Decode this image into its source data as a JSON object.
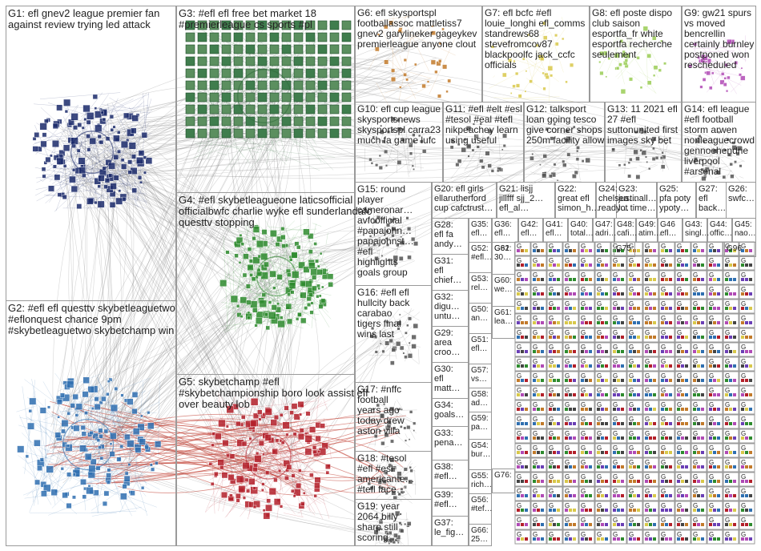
{
  "groups": [
    {
      "id": "G1",
      "lines": [
        "G1: efl gnev2 league premier fan",
        "against review trying led attack"
      ]
    },
    {
      "id": "G2",
      "lines": [
        "G2: #efl efl questtv skybetleaguetwo",
        "#eflonquest chance 9pm",
        "#skybetleaguetwo skybetchamp win"
      ]
    },
    {
      "id": "G3",
      "lines": [
        "G3: #efl efl free bet market 18",
        "#premierleague cs sports #pl"
      ]
    },
    {
      "id": "G4",
      "lines": [
        "G4: #efl skybetleagueone laticsofficial",
        "officialbwfc charlie wyke efl sunderlandafc",
        "questtv stopping"
      ]
    },
    {
      "id": "G5",
      "lines": [
        "G5: skybetchamp #efl",
        "#skybetchampionship boro look assist efl",
        "over beauty lob"
      ]
    },
    {
      "id": "G6",
      "lines": [
        "G6: efl skysportspl",
        "footballassoc mattletiss7",
        "gnev2 garylineker gageykev",
        "premierleague anyone clout"
      ]
    },
    {
      "id": "G7",
      "lines": [
        "G7: efl bcfc #efl",
        "louie_longhi efl_comms",
        "standrews68",
        "stevefromcov87",
        "blackpoolfc jack_ccfc",
        "officials"
      ]
    },
    {
      "id": "G8",
      "lines": [
        "G8: efl poste dispo",
        "club saison",
        "esportfa_fr white",
        "esportfa recherche",
        "seulement"
      ]
    },
    {
      "id": "G9",
      "lines": [
        "G9: gw21 spurs",
        "vs moved",
        "bencrellin",
        "certainly burnley",
        "postponed won",
        "rescheduled"
      ]
    },
    {
      "id": "G10",
      "lines": [
        "G10: efl cup league",
        "skysportsnews",
        "skysportspl carra23",
        "much fa game lufc"
      ]
    },
    {
      "id": "G11",
      "lines": [
        "G11: #efl #elt #esl",
        "#tesol #eal #tefl",
        "nikpeachey learn",
        "using useful"
      ]
    },
    {
      "id": "G12",
      "lines": [
        "G12: talksport",
        "loan going tesco",
        "give corner shops",
        "250m facility allow"
      ]
    },
    {
      "id": "G13",
      "lines": [
        "G13: 11 2021 efl",
        "27 #efl",
        "suttonunited first",
        "images sky bet"
      ]
    },
    {
      "id": "G14",
      "lines": [
        "G14: efl league",
        "#efl football",
        "storm arwen",
        "nonleaguecrowd",
        "gennoehendrie",
        "liverpool",
        "#arsenal"
      ]
    },
    {
      "id": "G15",
      "lines": [
        "G15: round",
        "player",
        "cameronar…",
        "avfcofficial",
        "#papajohn…",
        "papajohnst…",
        "#efl",
        "highlights",
        "goals group"
      ]
    },
    {
      "id": "G16",
      "lines": [
        "G16: #efl efl",
        "hullcity back",
        "carabao",
        "tigers final",
        "wins last"
      ]
    },
    {
      "id": "G17",
      "lines": [
        "G17: #nffc",
        "football",
        "years ago",
        "today drew",
        "aston villa"
      ]
    },
    {
      "id": "G18",
      "lines": [
        "G18: #tesol",
        "#efl #esl",
        "americante…",
        "#tefl face…"
      ]
    },
    {
      "id": "G19",
      "lines": [
        "G19: year",
        "2064 billy",
        "sharp still",
        "scoring…"
      ]
    },
    {
      "id": "G20",
      "lines": [
        "G20: efl girls",
        "ellarutherford",
        "cup cafctrust…"
      ]
    },
    {
      "id": "G21",
      "lines": [
        "G21: lisjj",
        "jillfff sjj_2…",
        "efl_al…"
      ]
    },
    {
      "id": "G22",
      "lines": [
        "G22:",
        "great efl",
        "simon_h…"
      ]
    },
    {
      "id": "G23",
      "lines": [
        "G23:",
        "justinall…",
        "lot time…"
      ]
    },
    {
      "id": "G24",
      "lines": [
        "G24:",
        "chelsea…",
        "ready…"
      ]
    },
    {
      "id": "G25",
      "lines": [
        "G25:",
        "pfa poty",
        "ypoty…"
      ]
    },
    {
      "id": "G26",
      "lines": [
        "G26:",
        "swfc…"
      ]
    },
    {
      "id": "G27",
      "lines": [
        "G27:",
        "efl",
        "back…"
      ]
    },
    {
      "id": "G28",
      "lines": [
        "G28:",
        "efl fa",
        "andy…"
      ]
    },
    {
      "id": "G29",
      "lines": [
        "G29:",
        "area",
        "croo…"
      ]
    },
    {
      "id": "G30",
      "lines": [
        "G30:",
        "efl",
        "matt…"
      ]
    },
    {
      "id": "G31",
      "lines": [
        "G31:",
        "efl",
        "chief…"
      ]
    },
    {
      "id": "G32",
      "lines": [
        "G32:",
        "digu…",
        "untu…"
      ]
    },
    {
      "id": "G33",
      "lines": [
        "G33:",
        "pena…"
      ]
    },
    {
      "id": "G34",
      "lines": [
        "G34:",
        "goals…"
      ]
    },
    {
      "id": "G35",
      "lines": [
        "G35:",
        "efl…"
      ]
    },
    {
      "id": "G36",
      "lines": [
        "G36:",
        "efl…"
      ]
    },
    {
      "id": "G37",
      "lines": [
        "G37:",
        "le_fig…"
      ]
    },
    {
      "id": "G38",
      "lines": [
        "G38:",
        "#efl…"
      ]
    },
    {
      "id": "G39",
      "lines": [
        "G39:",
        "#efl…"
      ]
    },
    {
      "id": "G40",
      "lines": [
        "G40:",
        "total…"
      ]
    },
    {
      "id": "G41",
      "lines": [
        "G41:",
        "efl…"
      ]
    },
    {
      "id": "G42",
      "lines": [
        "G42:",
        "efl…"
      ]
    },
    {
      "id": "G43",
      "lines": [
        "G43:",
        "singl…"
      ]
    },
    {
      "id": "G44",
      "lines": [
        "G44:",
        "offic…"
      ]
    },
    {
      "id": "G45",
      "lines": [
        "G45:",
        "nao…"
      ]
    },
    {
      "id": "G46",
      "lines": [
        "G46",
        "efl…"
      ]
    },
    {
      "id": "G47",
      "lines": [
        "G47:",
        "adri…"
      ]
    },
    {
      "id": "G48",
      "lines": [
        "G48:",
        "cafi…"
      ]
    },
    {
      "id": "G49",
      "lines": [
        "G49:",
        "atim…"
      ]
    },
    {
      "id": "G50",
      "lines": [
        "G50:",
        "an…"
      ]
    },
    {
      "id": "G51",
      "lines": [
        "G51:",
        "efl…"
      ]
    },
    {
      "id": "G52",
      "lines": [
        "G52:",
        "#efl…"
      ]
    },
    {
      "id": "G53",
      "lines": [
        "G53:",
        "rel…"
      ]
    },
    {
      "id": "G54",
      "lines": [
        "G54:",
        "bur…"
      ]
    },
    {
      "id": "G55",
      "lines": [
        "G55:",
        "rich…"
      ]
    },
    {
      "id": "G56",
      "lines": [
        "G56:",
        "#tef…"
      ]
    },
    {
      "id": "G57",
      "lines": [
        "G57:",
        "vs…"
      ]
    },
    {
      "id": "G58",
      "lines": [
        "G58:",
        "ad…"
      ]
    },
    {
      "id": "G59",
      "lines": [
        "G59:",
        "pa…"
      ]
    },
    {
      "id": "G60",
      "lines": [
        "G60:",
        "we…"
      ]
    },
    {
      "id": "G61",
      "lines": [
        "G61:",
        "lea…"
      ]
    },
    {
      "id": "G62",
      "lines": [
        "G62:",
        "30…"
      ]
    },
    {
      "id": "G66",
      "lines": [
        "G66:",
        "25…"
      ]
    },
    {
      "id": "G75",
      "lines": [
        "G75"
      ]
    },
    {
      "id": "G76",
      "lines": [
        "G76:"
      ]
    },
    {
      "id": "G81",
      "lines": [
        "G81"
      ]
    },
    {
      "id": "G96",
      "lines": [
        "G96"
      ]
    }
  ],
  "colors": {
    "G1": "#1b2a6b",
    "G2": "#2f6fb0",
    "G3": "#2e6b3a",
    "G4": "#2e8b2e",
    "G5": "#b3202a",
    "G6": "#c27a2a",
    "G7": "#d8c84a",
    "G8": "#9acd55",
    "G9": "#b04ab5",
    "edge_gray": "#8c8c8c",
    "edge_red": "#c0392b",
    "panel_border": "#9a9a9a"
  }
}
